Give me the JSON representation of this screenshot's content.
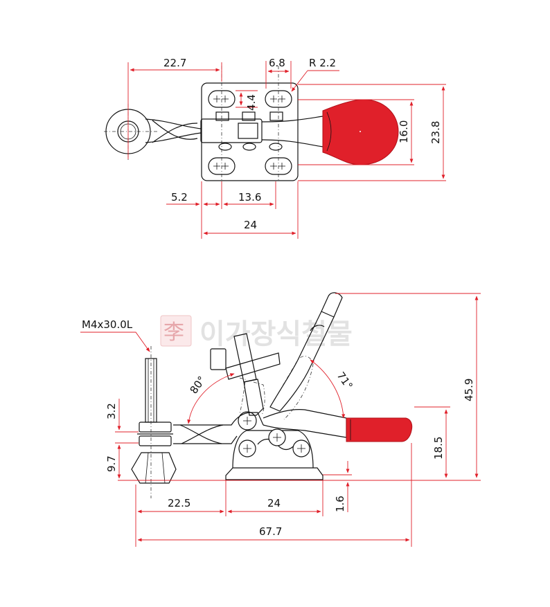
{
  "top_view": {
    "dims": {
      "d_22_7": "22.7",
      "d_6_8": "6.8",
      "d_r_2_2": "R 2.2",
      "d_4_4": "4.4",
      "d_16_0": "16.0",
      "d_23_8": "23.8",
      "d_5_2": "5.2",
      "d_13_6": "13.6",
      "d_24": "24"
    }
  },
  "side_view": {
    "dims": {
      "thread": "M4x30.0L",
      "angle_80": "80°",
      "angle_71": "71°",
      "d_45_9": "45.9",
      "d_18_5": "18.5",
      "d_3_2": "3.2",
      "d_9_7": "9.7",
      "d_22_5": "22.5",
      "d_24": "24",
      "d_1_6": "1.6",
      "d_67_7": "67.7"
    }
  },
  "watermark": {
    "text": "이가장식철물",
    "seal": "李"
  },
  "colors": {
    "dimension_line": "#e0202a",
    "handle_grip": "#e0202a",
    "outline": "#111111"
  }
}
